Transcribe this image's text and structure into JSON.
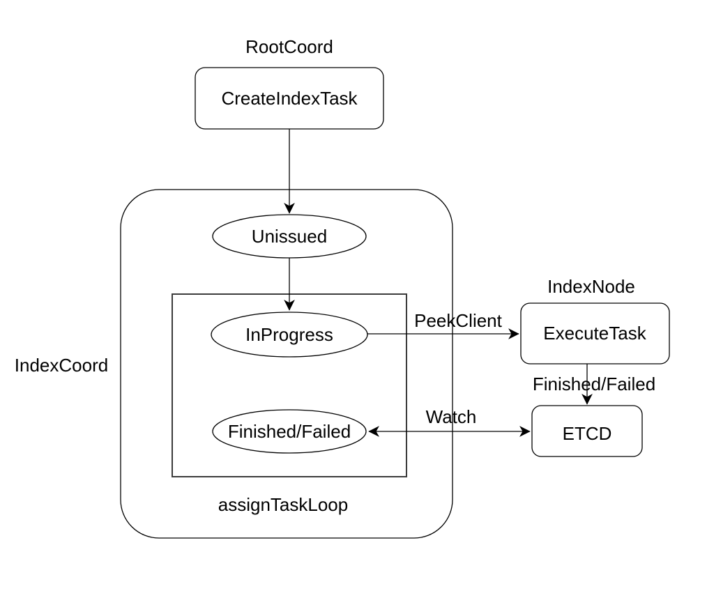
{
  "diagram": {
    "group_labels": {
      "root_coord": "RootCoord",
      "index_coord": "IndexCoord",
      "index_node": "IndexNode",
      "assign_task_loop": "assignTaskLoop"
    },
    "nodes": {
      "create_index_task": "CreateIndexTask",
      "unissued": "Unissued",
      "in_progress": "InProgress",
      "finished_failed": "Finished/Failed",
      "execute_task": "ExecuteTask",
      "etcd": "ETCD"
    },
    "edge_labels": {
      "peek_client": "PeekClient",
      "finished_failed": "Finished/Failed",
      "watch": "Watch"
    },
    "colors": {
      "background": "#ffffff",
      "stroke": "#000000",
      "inner_loop_stroke": "#3b3b3b",
      "text": "#000000"
    }
  }
}
